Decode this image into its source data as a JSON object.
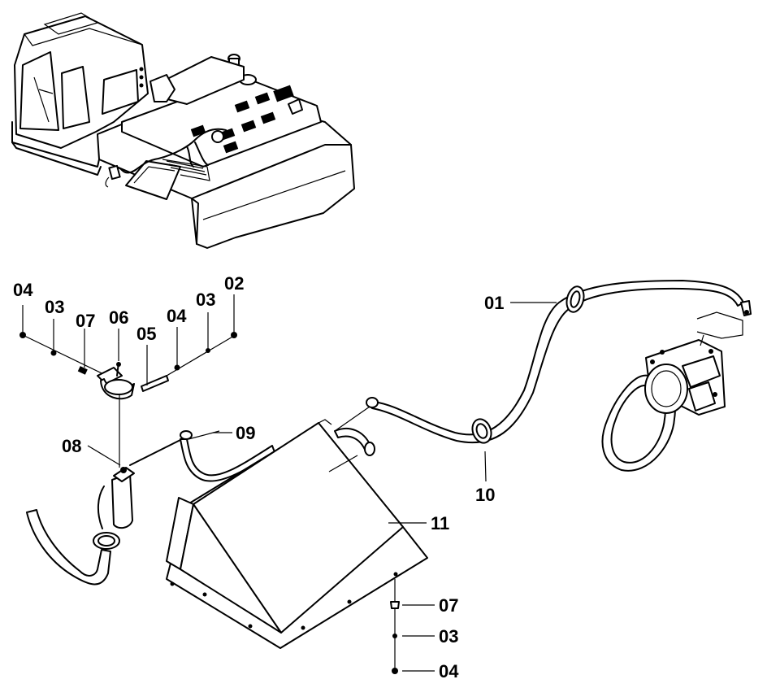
{
  "callouts": {
    "c01": "01",
    "c02": "02",
    "c03a": "03",
    "c03b": "03",
    "c03c": "03",
    "c04a": "04",
    "c04b": "04",
    "c04c": "04",
    "c05": "05",
    "c06": "06",
    "c07a": "07",
    "c07b": "07",
    "c08": "08",
    "c09": "09",
    "c10": "10",
    "c11": "11"
  }
}
